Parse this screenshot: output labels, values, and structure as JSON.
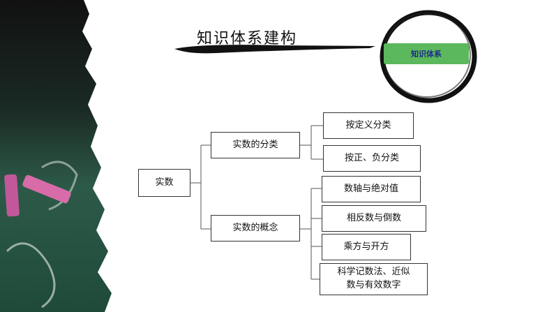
{
  "header": {
    "title": "知识体系建构",
    "badge": "知识体系"
  },
  "tree": {
    "root": "实数",
    "branch_classification": {
      "label": "实数的分类",
      "children": [
        "按定义分类",
        "按正、负分类"
      ]
    },
    "branch_concepts": {
      "label": "实数的概念",
      "children": [
        "数轴与绝对值",
        "相反数与倒数",
        "乘方与开方",
        "科学记数法、近似数与有效数字"
      ]
    }
  },
  "colors": {
    "badge_fill": "#5cb85c",
    "badge_text": "#1b2a8c",
    "chalkboard": "#1f3a32"
  }
}
